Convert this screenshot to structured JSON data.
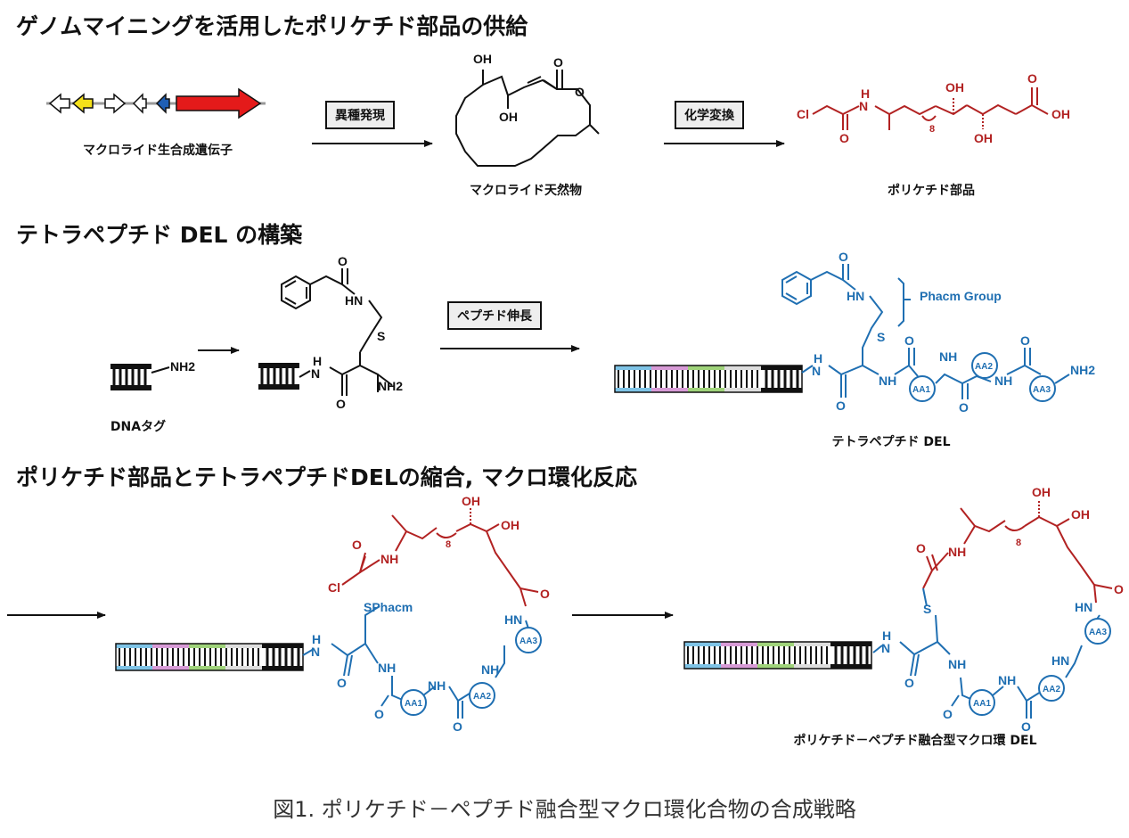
{
  "sections": [
    {
      "title": "ゲノムマイニングを活用したポリケチド部品の供給"
    },
    {
      "title": "テトラペプチド DEL の構築"
    },
    {
      "title": "ポリケチド部品とテトラペプチドDELの縮合, マクロ環化反応"
    }
  ],
  "labels": {
    "gene_cluster": "マクロライド生合成遺伝子",
    "natural_product": "マクロライド天然物",
    "polyketide_part": "ポリケチド部品",
    "dna_tag": "DNAタグ",
    "tetrapeptide_del": "テトラペプチド DEL",
    "macrocycle_del": "ポリケチド－ペプチド融合型マクロ環 DEL"
  },
  "steps": {
    "heterologous_expression": "異種発現",
    "chemical_conversion": "化学変換",
    "peptide_elongation": "ペプチド伸長"
  },
  "chem": {
    "oh": "OH",
    "o": "O",
    "cl": "Cl",
    "h": "H",
    "n": "N",
    "nh": "NH",
    "hn": "HN",
    "nh2": "NH2",
    "s": "S",
    "sub8": "8",
    "sphacm": "SPhacm",
    "phacm_group": "Phacm Group",
    "aa1": "AA1",
    "aa2": "AA2",
    "aa3": "AA3"
  },
  "caption": "図1. ポリケチド－ペプチド融合型マクロ環化合物の合成戦略",
  "colors": {
    "red": "#b22222",
    "blue": "#1f6fb2",
    "arrow_red": "#e41a1a",
    "arrow_yellow": "#f5e11a",
    "arrow_blue": "#1f5fb5",
    "dna_blue": "#7ec3e6",
    "dna_pink": "#d79ad6",
    "dna_green": "#9fd37a",
    "dna_gray": "#dddddd"
  }
}
